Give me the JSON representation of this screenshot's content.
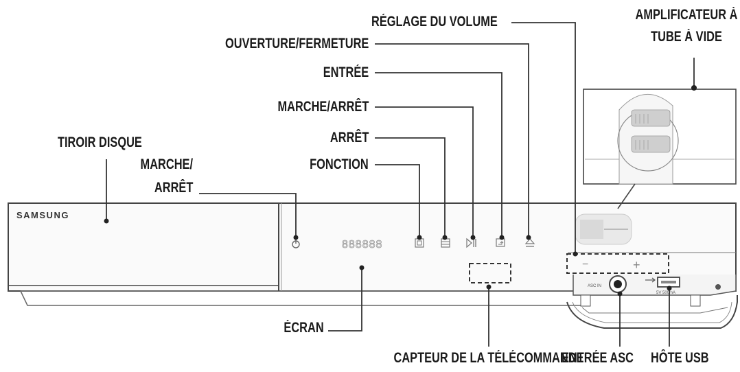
{
  "brand": "SAMSUNG",
  "display_readout": "888888",
  "usb_spec": "5V 500mA",
  "asc_jack": "ASC IN",
  "volume_keys": {
    "minus": "−",
    "plus": "+"
  },
  "labels": {
    "volume": "RÉGLAGE DU VOLUME",
    "tube_amp_line1": "AMPLIFICATEUR À",
    "tube_amp_line2": "TUBE À VIDE",
    "open_close": "OUVERTURE/FERMETURE",
    "input": "ENTRÉE",
    "play_pause": "MARCHE/ARRÊT",
    "stop": "ARRÊT",
    "disc_tray": "TIROIR DISQUE",
    "function": "FONCTION",
    "power_line1": "MARCHE/",
    "power_line2": "ARRÊT",
    "display": "ÉCRAN",
    "remote_sensor": "CAPTEUR DE LA TÉLÉCOMMANDE",
    "asc_in": "ENTRÉE ASC",
    "usb_host": "HÔTE USB"
  },
  "icons": [
    "power-icon",
    "function-icon",
    "stop-icon",
    "play-pause-icon",
    "input-icon",
    "eject-icon",
    "usb-icon"
  ]
}
